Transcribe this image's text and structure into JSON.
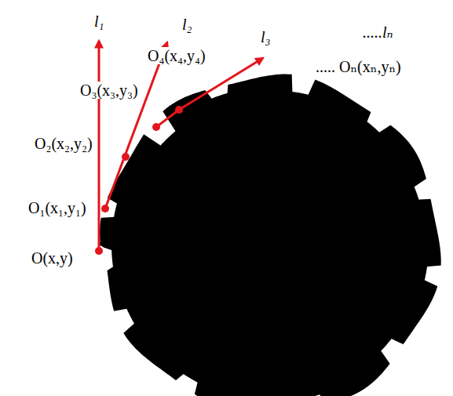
{
  "diagram": {
    "labels": [
      "l₁",
      "l₂",
      "l₃",
      ".....lₙ",
      "O₄(x₄,y₄)",
      "..... Oₙ(xₙ,yₙ)",
      "O₃(x₃,y₃)",
      "O₂(x₂,y₂)",
      "O₁(x₁,y₁)",
      "O(x,y)"
    ]
  }
}
